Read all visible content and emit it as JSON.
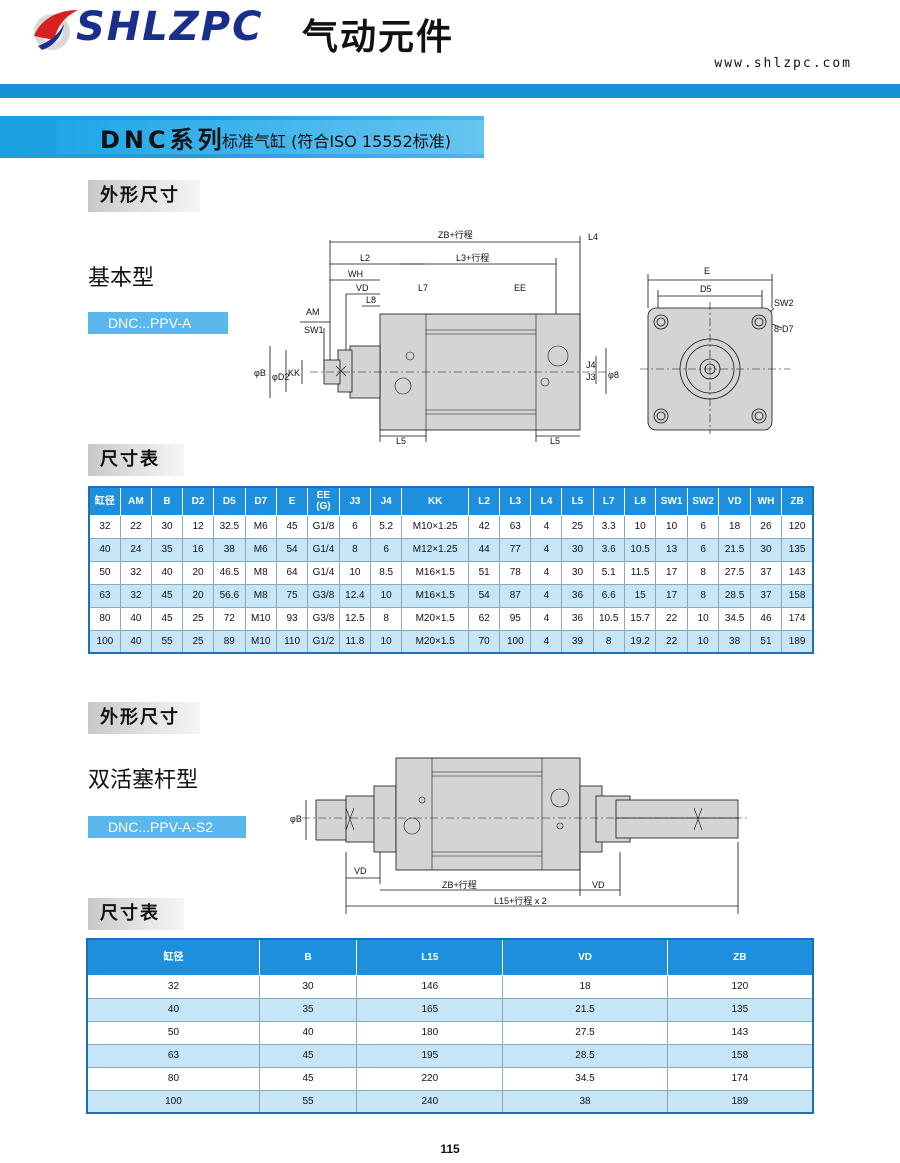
{
  "header": {
    "logo_text": "SHLZPC",
    "logo_cn": "气动元件",
    "website": "www.shlzpc.com"
  },
  "series": {
    "name": "DNC系列",
    "desc": "标准气缸 (符合ISO 15552标准)"
  },
  "section1": {
    "tab": "外形尺寸",
    "type_title": "基本型",
    "model_code": "DNC...PPV-A",
    "drawing_labels": {
      "zb": "ZB+行程",
      "l4": "L4",
      "l2": "L2",
      "l3": "L3+行程",
      "wh": "WH",
      "vd": "VD",
      "l8": "L8",
      "l7": "L7",
      "ee": "EE",
      "am": "AM",
      "sw1": "SW1",
      "phi_b": "φB",
      "phi_d2": "φD2",
      "kk": "KK",
      "l5a": "L5",
      "l5b": "L5",
      "j3": "J3",
      "j4": "J4",
      "phi_8": "φ8",
      "e": "E",
      "d5": "D5",
      "sw2": "SW2",
      "d7": "8-D7"
    }
  },
  "table1": {
    "tab": "尺寸表",
    "headers": [
      "缸径",
      "AM",
      "B",
      "D2",
      "D5",
      "D7",
      "E",
      "EE\n(G)",
      "J3",
      "J4",
      "KK",
      "L2",
      "L3",
      "L4",
      "L5",
      "L7",
      "L8",
      "SW1",
      "SW2",
      "VD",
      "WH",
      "ZB"
    ],
    "rows": [
      [
        "32",
        "22",
        "30",
        "12",
        "32.5",
        "M6",
        "45",
        "G1/8",
        "6",
        "5.2",
        "M10×1.25",
        "42",
        "63",
        "4",
        "25",
        "3.3",
        "10",
        "10",
        "6",
        "18",
        "26",
        "120"
      ],
      [
        "40",
        "24",
        "35",
        "16",
        "38",
        "M6",
        "54",
        "G1/4",
        "8",
        "6",
        "M12×1.25",
        "44",
        "77",
        "4",
        "30",
        "3.6",
        "10.5",
        "13",
        "6",
        "21.5",
        "30",
        "135"
      ],
      [
        "50",
        "32",
        "40",
        "20",
        "46.5",
        "M8",
        "64",
        "G1/4",
        "10",
        "8.5",
        "M16×1.5",
        "51",
        "78",
        "4",
        "30",
        "5.1",
        "11.5",
        "17",
        "8",
        "27.5",
        "37",
        "143"
      ],
      [
        "63",
        "32",
        "45",
        "20",
        "56.6",
        "M8",
        "75",
        "G3/8",
        "12.4",
        "10",
        "M16×1.5",
        "54",
        "87",
        "4",
        "36",
        "6.6",
        "15",
        "17",
        "8",
        "28.5",
        "37",
        "158"
      ],
      [
        "80",
        "40",
        "45",
        "25",
        "72",
        "M10",
        "93",
        "G3/8",
        "12.5",
        "8",
        "M20×1.5",
        "62",
        "95",
        "4",
        "36",
        "10.5",
        "15.7",
        "22",
        "10",
        "34.5",
        "46",
        "174"
      ],
      [
        "100",
        "40",
        "55",
        "25",
        "89",
        "M10",
        "110",
        "G1/2",
        "11.8",
        "10",
        "M20×1.5",
        "70",
        "100",
        "4",
        "39",
        "8",
        "19.2",
        "22",
        "10",
        "38",
        "51",
        "189"
      ]
    ]
  },
  "section2": {
    "tab": "外形尺寸",
    "type_title": "双活塞杆型",
    "model_code": "DNC...PPV-A-S2",
    "drawing_labels": {
      "phi_b": "φB",
      "vd_left": "VD",
      "zb": "ZB+行程",
      "vd_right": "VD",
      "l15": "L15+行程 x 2"
    }
  },
  "table2": {
    "tab": "尺寸表",
    "headers": [
      "缸径",
      "B",
      "L15",
      "VD",
      "ZB"
    ],
    "rows": [
      [
        "32",
        "30",
        "146",
        "18",
        "120"
      ],
      [
        "40",
        "35",
        "165",
        "21.5",
        "135"
      ],
      [
        "50",
        "40",
        "180",
        "27.5",
        "143"
      ],
      [
        "63",
        "45",
        "195",
        "28.5",
        "158"
      ],
      [
        "80",
        "45",
        "220",
        "34.5",
        "174"
      ],
      [
        "100",
        "55",
        "240",
        "38",
        "189"
      ]
    ]
  },
  "footer": {
    "page": "115"
  },
  "colors": {
    "brand_blue": "#1591d5",
    "table_header": "#1e8fdc",
    "row_alt": "#c6e6f8",
    "logo_navy": "#1a2f8c"
  }
}
